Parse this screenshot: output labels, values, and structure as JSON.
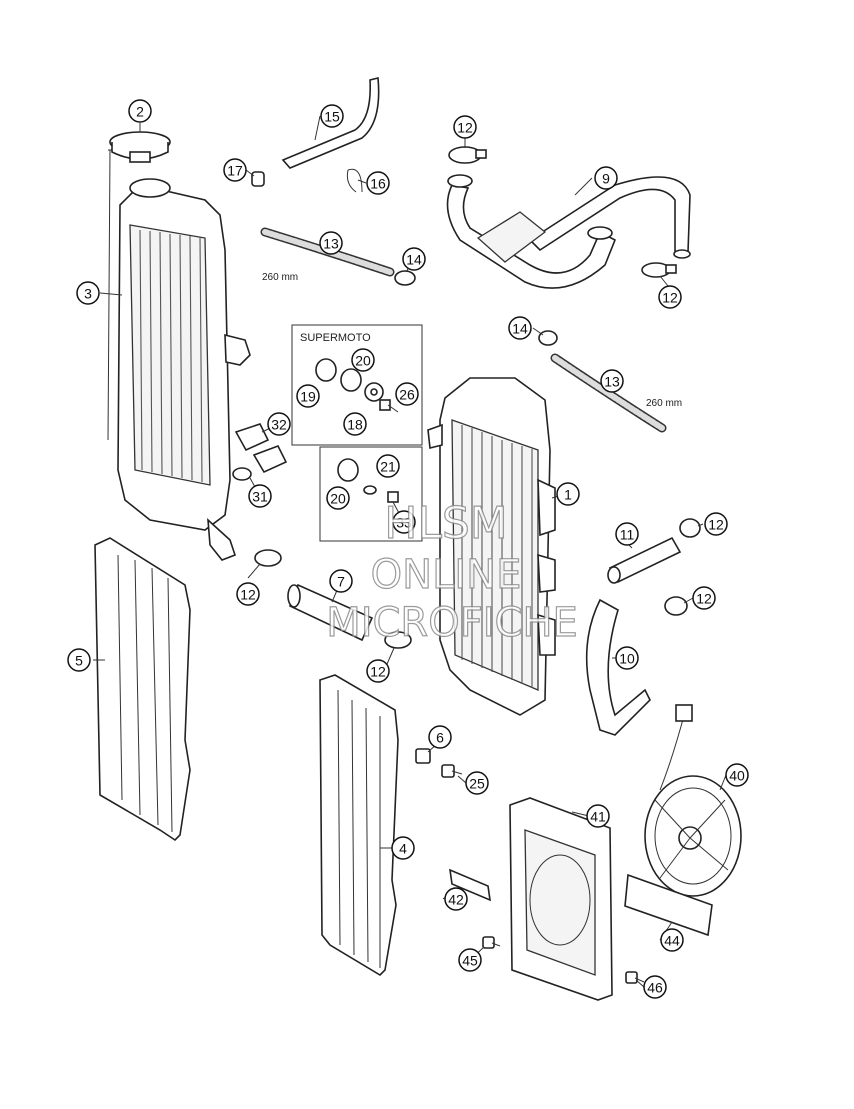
{
  "callouts": [
    {
      "label": "2"
    },
    {
      "label": "3"
    },
    {
      "label": "15"
    },
    {
      "label": "17"
    },
    {
      "label": "16"
    },
    {
      "label": "13"
    },
    {
      "label": "14"
    },
    {
      "label": "12"
    },
    {
      "label": "9"
    },
    {
      "label": "12"
    },
    {
      "label": "14"
    },
    {
      "label": "13"
    },
    {
      "label": "20"
    },
    {
      "label": "19"
    },
    {
      "label": "26"
    },
    {
      "label": "18"
    },
    {
      "label": "32"
    },
    {
      "label": "31"
    },
    {
      "label": "21"
    },
    {
      "label": "20"
    },
    {
      "label": "33"
    },
    {
      "label": "1"
    },
    {
      "label": "11"
    },
    {
      "label": "12"
    },
    {
      "label": "12"
    },
    {
      "label": "5"
    },
    {
      "label": "12"
    },
    {
      "label": "7"
    },
    {
      "label": "12"
    },
    {
      "label": "10"
    },
    {
      "label": "6"
    },
    {
      "label": "25"
    },
    {
      "label": "40"
    },
    {
      "label": "41"
    },
    {
      "label": "4"
    },
    {
      "label": "42"
    },
    {
      "label": "44"
    },
    {
      "label": "45"
    },
    {
      "label": "46"
    }
  ],
  "dimensions": {
    "left_hose": "260 mm",
    "right_hose": "260 mm"
  },
  "group_title": "SUPERMOTO",
  "watermark": {
    "line1": "HLSM",
    "line2": "ONLINE",
    "line3": "MICROFICHE"
  }
}
